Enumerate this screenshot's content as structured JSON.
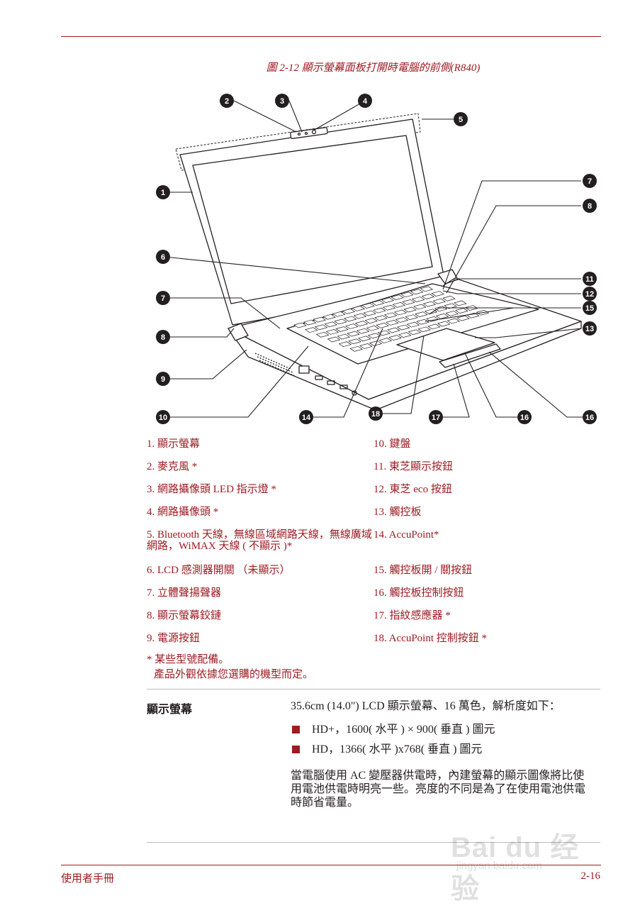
{
  "figure": {
    "caption": "圖 2-12 顯示螢幕面板打開時電腦的前側(R840)",
    "callouts": [
      "1",
      "2",
      "3",
      "4",
      "5",
      "6",
      "7",
      "7",
      "8",
      "8",
      "9",
      "10",
      "11",
      "12",
      "13",
      "14",
      "15",
      "16",
      "16",
      "17",
      "18"
    ]
  },
  "legend": {
    "left": [
      "1. 顯示螢幕",
      "2. 麥克風 *",
      "3. 網路攝像頭 LED 指示燈 *",
      "4. 網路攝像頭 *",
      "5. Bluetooth 天線，無線區域網路天線，無線廣域網路，WiMAX 天線 ( 不顯示 )*",
      "6. LCD 感測器開關 （未顯示）",
      "7. 立體聲揚聲器",
      "8. 顯示螢幕鉸鏈",
      "9. 電源按鈕"
    ],
    "right": [
      "10. 鍵盤",
      "11. 東芝顯示按鈕",
      "12. 東芝 eco 按鈕",
      "13. 觸控板",
      "14. AccuPoint*",
      "15. 觸控板開 / 關按鈕",
      "16. 觸控板控制按鈕",
      "17. 指紋感應器 *",
      "18. AccuPoint 控制按鈕 *"
    ]
  },
  "note": {
    "line1": "* 某些型號配備。",
    "line2": "產品外觀依據您選購的機型而定。"
  },
  "spec": {
    "term": "顯示螢幕",
    "intro": "35.6cm (14.0\") LCD 顯示螢幕、16 萬色，解析度如下：",
    "bullets": [
      "HD+，1600( 水平 ) × 900( 垂直 ) 圖元",
      "HD，1366( 水平 )x768( 垂直 ) 圖元"
    ],
    "paragraph": "當電腦使用 AC 變壓器供電時，內建螢幕的顯示圖像將比使用電池供電時明亮一些。亮度的不同是為了在使用電池供電時節省電量。"
  },
  "footer": {
    "left": "使用者手冊",
    "right": "2-16"
  },
  "watermark": {
    "main": "Bai du 经验",
    "sub": "jingyan.baidu.com"
  }
}
